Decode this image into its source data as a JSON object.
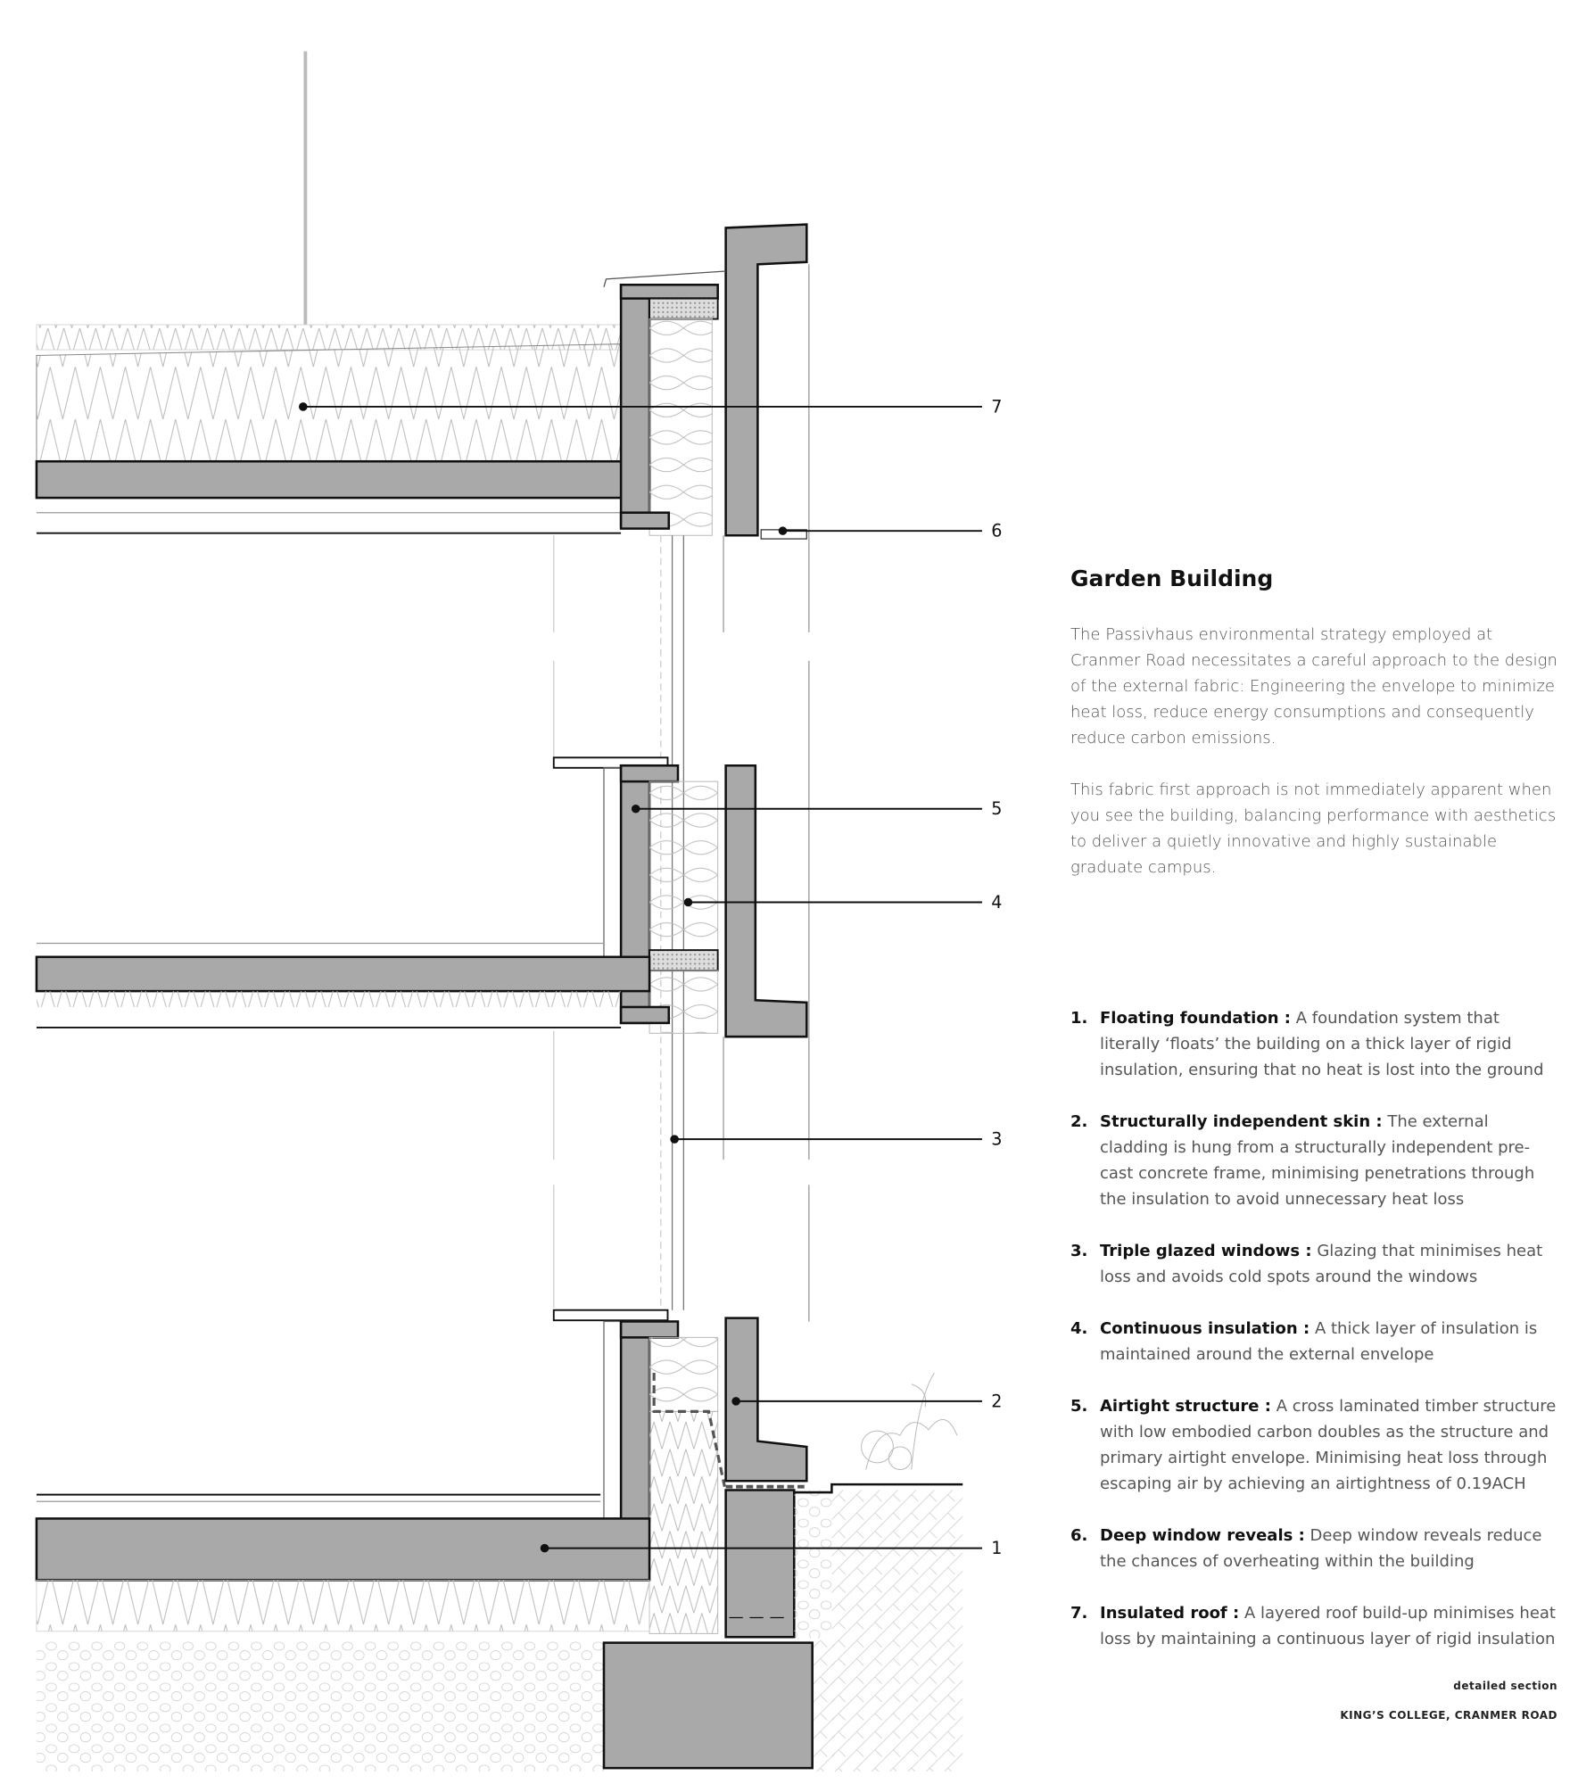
{
  "callouts": [
    "1",
    "2",
    "3",
    "4",
    "5",
    "6",
    "7"
  ],
  "title": "Garden Building",
  "intro": [
    "The Passivhaus environmental strategy employed at Cranmer Road necessitates a careful approach to the design of the external fabric: Engineering the envelope to minimize heat loss, reduce energy consumptions and consequently reduce carbon emissions.",
    "This fabric first approach is not immediately apparent when you see the building, balancing performance with aesthetics to deliver a quietly innovative and highly sustainable graduate campus."
  ],
  "items": [
    {
      "num": "1.",
      "head": "Floating foundation :",
      "text": " A foundation system that literally ‘floats’ the building on a thick layer of rigid insulation, ensuring that no heat is lost into the ground"
    },
    {
      "num": "2.",
      "head": "Structurally independent skin :",
      "text": " The external cladding is hung from a structurally independent pre-cast concrete frame, minimising penetrations through the insulation to avoid unnecessary heat loss"
    },
    {
      "num": "3.",
      "head": "Triple glazed windows :",
      "text": " Glazing that minimises heat loss and avoids cold spots around the windows"
    },
    {
      "num": "4.",
      "head": "Continuous insulation :",
      "text": " A thick layer of insulation is maintained around the external envelope"
    },
    {
      "num": "5.",
      "head": "Airtight structure :",
      "text": " A cross laminated timber structure with low embodied carbon doubles as the structure and primary airtight envelope. Minimising heat loss through escaping air by achieving an airtightness of 0.19ACH"
    },
    {
      "num": "6.",
      "head": "Deep window reveals :",
      "text": " Deep window reveals reduce the chances of overheating within the building"
    },
    {
      "num": "7.",
      "head": "Insulated roof :",
      "text": " A layered roof build-up minimises heat loss by maintaining a continuous layer of rigid insulation"
    }
  ],
  "footer": {
    "subtitle": "detailed section",
    "project": "KING’S COLLEGE, CRANMER ROAD"
  },
  "colors": {
    "concrete": "#a9a9a9",
    "line": "#111111",
    "hatch": "#bbbbbb"
  }
}
